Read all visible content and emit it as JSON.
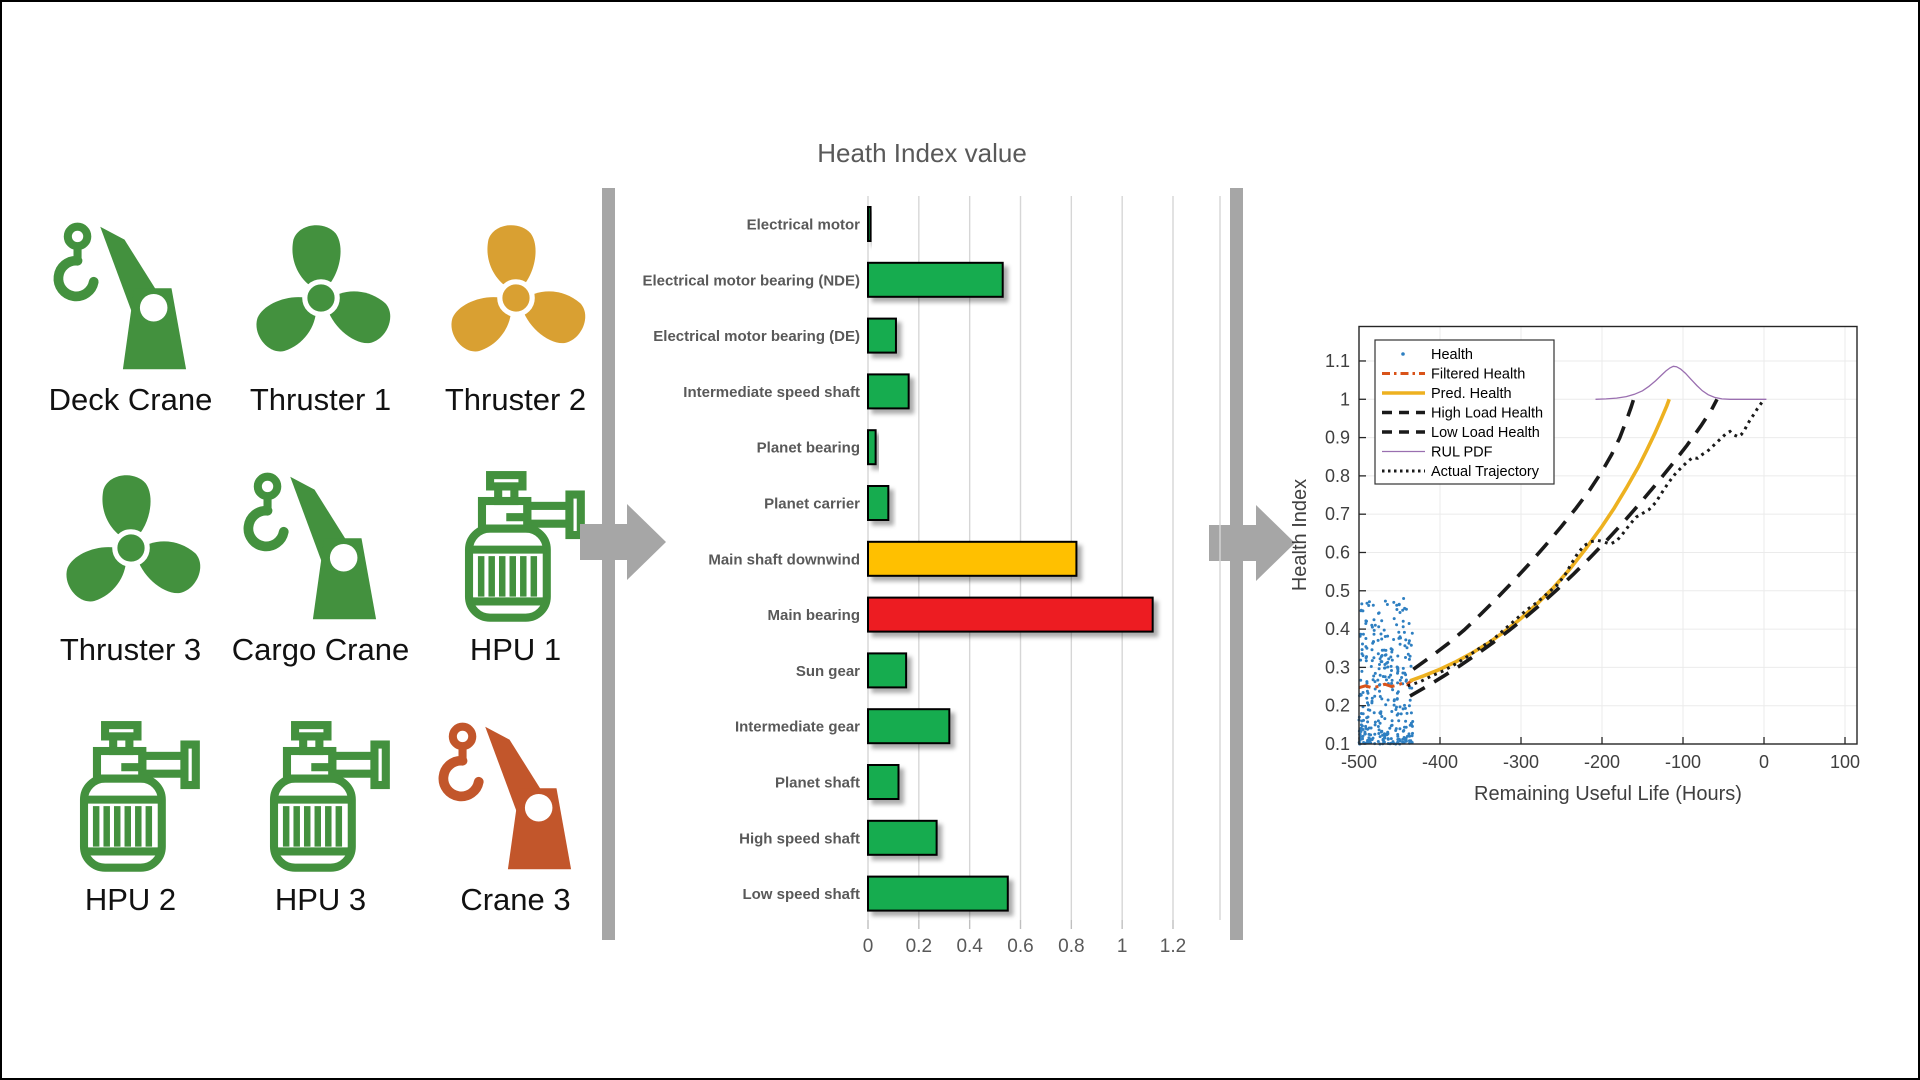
{
  "equipment": {
    "items": [
      {
        "label": "Deck Crane",
        "icon": "crane",
        "color": "#43913E"
      },
      {
        "label": "Thruster 1",
        "icon": "propeller",
        "color": "#43913E"
      },
      {
        "label": "Thruster 2",
        "icon": "propeller",
        "color": "#D9A032"
      },
      {
        "label": "Thruster 3",
        "icon": "propeller",
        "color": "#43913E"
      },
      {
        "label": "Cargo Crane",
        "icon": "crane",
        "color": "#43913E"
      },
      {
        "label": "HPU 1",
        "icon": "hpu",
        "color": "#43913E"
      },
      {
        "label": "HPU 2",
        "icon": "hpu",
        "color": "#43913E"
      },
      {
        "label": "HPU 3",
        "icon": "hpu",
        "color": "#43913E"
      },
      {
        "label": "Crane 3",
        "icon": "crane",
        "color": "#C2562B"
      }
    ]
  },
  "arrows": {
    "color": "#A6A6A6"
  },
  "chart_data": [
    {
      "type": "bar",
      "orientation": "horizontal",
      "title": "Heath Index value",
      "categories": [
        "Electrical motor",
        "Electrical motor bearing (NDE)",
        "Electrical motor bearing (DE)",
        "Intermediate speed shaft",
        "Planet bearing",
        "Planet carrier",
        "Main shaft downwind",
        "Main bearing",
        "Sun gear",
        "Intermediate gear",
        "Planet shaft",
        "High speed shaft",
        "Low speed shaft"
      ],
      "values": [
        0.01,
        0.53,
        0.11,
        0.16,
        0.03,
        0.08,
        0.82,
        1.12,
        0.15,
        0.32,
        0.12,
        0.27,
        0.55
      ],
      "bar_colors": [
        "#19AC4F",
        "#19AC4F",
        "#19AC4F",
        "#19AC4F",
        "#19AC4F",
        "#19AC4F",
        "#FFC000",
        "#ED1C24",
        "#19AC4F",
        "#19AC4F",
        "#19AC4F",
        "#19AC4F",
        "#19AC4F"
      ],
      "xlim": [
        0,
        1.2
      ],
      "x_ticks": [
        0,
        0.2,
        0.4,
        0.6,
        0.8,
        1,
        1.2
      ],
      "x_tick_labels": [
        "0",
        "0.2",
        "0.4",
        "0.6",
        "0.8",
        "1",
        "1.2"
      ],
      "grid": true,
      "label_color": "#595959",
      "tick_color": "#595959"
    },
    {
      "type": "line",
      "xlabel": "Remaining Useful Life (Hours)",
      "ylabel": "Health Index",
      "xlim": [
        -500,
        114.8
      ],
      "ylim": [
        0.1,
        1.19
      ],
      "x_ticks": [
        -500,
        -400,
        -300,
        -200,
        -100,
        0,
        100
      ],
      "x_tick_labels": [
        "-500",
        "-400",
        "-300",
        "-200",
        "-100",
        "0",
        "100"
      ],
      "y_ticks": [
        0.1,
        0.2,
        0.3,
        0.4,
        0.5,
        0.6,
        0.7,
        0.8,
        0.9,
        1,
        1.1
      ],
      "y_tick_labels": [
        "0.1",
        "0.2",
        "0.3",
        "0.4",
        "0.5",
        "0.6",
        "0.7",
        "0.8",
        "0.9",
        "1",
        "1.1"
      ],
      "grid": true,
      "legend_position": "top-left",
      "series": [
        {
          "name": "Health",
          "type": "scatter",
          "color": "#2E7FC1",
          "marker": "dot",
          "count": 340,
          "seed": 11,
          "x_range": [
            -500,
            -433
          ],
          "y_range": [
            0.1,
            0.52
          ],
          "streaks": 9
        },
        {
          "name": "Filtered Health",
          "type": "line",
          "style": "dashdot",
          "color": "#D95319",
          "width": 3,
          "points": [
            [
              -500,
              0.247
            ],
            [
              -492,
              0.252
            ],
            [
              -484,
              0.247
            ],
            [
              -476,
              0.25
            ],
            [
              -468,
              0.256
            ],
            [
              -460,
              0.25
            ],
            [
              -452,
              0.254
            ],
            [
              -446,
              0.259
            ],
            [
              -441,
              0.255
            ],
            [
              -437,
              0.262
            ],
            [
              -433,
              0.268
            ]
          ]
        },
        {
          "name": "Pred. Health",
          "type": "line",
          "style": "solid",
          "color": "#EDB120",
          "width": 3.6,
          "points": [
            [
              -437,
              0.265
            ],
            [
              -420,
              0.278
            ],
            [
              -400,
              0.295
            ],
            [
              -380,
              0.315
            ],
            [
              -360,
              0.338
            ],
            [
              -340,
              0.364
            ],
            [
              -320,
              0.394
            ],
            [
              -300,
              0.428
            ],
            [
              -280,
              0.466
            ],
            [
              -260,
              0.508
            ],
            [
              -240,
              0.556
            ],
            [
              -220,
              0.61
            ],
            [
              -200,
              0.668
            ],
            [
              -185,
              0.716
            ],
            [
              -170,
              0.768
            ],
            [
              -155,
              0.824
            ],
            [
              -145,
              0.866
            ],
            [
              -135,
              0.91
            ],
            [
              -127,
              0.948
            ],
            [
              -120,
              0.983
            ],
            [
              -117,
              1.0
            ]
          ]
        },
        {
          "name": "High Load Health",
          "type": "line",
          "style": "dashed",
          "color": "#1a1a1a",
          "width": 3.6,
          "points": [
            [
              -433,
              0.295
            ],
            [
              -410,
              0.33
            ],
            [
              -390,
              0.362
            ],
            [
              -370,
              0.398
            ],
            [
              -350,
              0.438
            ],
            [
              -330,
              0.48
            ],
            [
              -310,
              0.524
            ],
            [
              -290,
              0.57
            ],
            [
              -270,
              0.618
            ],
            [
              -250,
              0.668
            ],
            [
              -232,
              0.716
            ],
            [
              -215,
              0.764
            ],
            [
              -200,
              0.812
            ],
            [
              -188,
              0.856
            ],
            [
              -178,
              0.9
            ],
            [
              -170,
              0.944
            ],
            [
              -164,
              0.98
            ],
            [
              -161,
              1.0
            ]
          ]
        },
        {
          "name": "Low Load Health",
          "type": "line",
          "style": "dashed",
          "color": "#1a1a1a",
          "width": 3.6,
          "points": [
            [
              -437,
              0.225
            ],
            [
              -415,
              0.252
            ],
            [
              -395,
              0.278
            ],
            [
              -375,
              0.305
            ],
            [
              -355,
              0.334
            ],
            [
              -335,
              0.364
            ],
            [
              -315,
              0.396
            ],
            [
              -295,
              0.43
            ],
            [
              -275,
              0.466
            ],
            [
              -255,
              0.504
            ],
            [
              -235,
              0.544
            ],
            [
              -215,
              0.586
            ],
            [
              -195,
              0.63
            ],
            [
              -175,
              0.676
            ],
            [
              -155,
              0.724
            ],
            [
              -135,
              0.774
            ],
            [
              -115,
              0.826
            ],
            [
              -95,
              0.88
            ],
            [
              -78,
              0.93
            ],
            [
              -65,
              0.972
            ],
            [
              -58,
              1.0
            ]
          ]
        },
        {
          "name": "RUL PDF",
          "type": "line",
          "style": "solid",
          "color": "#9A6FB0",
          "width": 1.3,
          "points": [
            [
              -208,
              1.0
            ],
            [
              -195,
              1.001
            ],
            [
              -182,
              1.003
            ],
            [
              -170,
              1.007
            ],
            [
              -160,
              1.013
            ],
            [
              -150,
              1.022
            ],
            [
              -142,
              1.034
            ],
            [
              -134,
              1.048
            ],
            [
              -127,
              1.062
            ],
            [
              -121,
              1.074
            ],
            [
              -116,
              1.082
            ],
            [
              -112,
              1.086
            ],
            [
              -108,
              1.085
            ],
            [
              -103,
              1.079
            ],
            [
              -97,
              1.068
            ],
            [
              -90,
              1.052
            ],
            [
              -83,
              1.036
            ],
            [
              -76,
              1.022
            ],
            [
              -69,
              1.012
            ],
            [
              -61,
              1.005
            ],
            [
              -52,
              1.001
            ],
            [
              -42,
              1.0
            ],
            [
              -20,
              1.0
            ],
            [
              3,
              1.0
            ]
          ]
        },
        {
          "name": "Actual Trajectory",
          "type": "line",
          "style": "dotted",
          "color": "#1a1a1a",
          "width": 3,
          "points": [
            [
              -440,
              0.252
            ],
            [
              -425,
              0.262
            ],
            [
              -410,
              0.278
            ],
            [
              -395,
              0.292
            ],
            [
              -380,
              0.31
            ],
            [
              -365,
              0.33
            ],
            [
              -350,
              0.352
            ],
            [
              -335,
              0.372
            ],
            [
              -320,
              0.4
            ],
            [
              -305,
              0.428
            ],
            [
              -292,
              0.452
            ],
            [
              -280,
              0.47
            ],
            [
              -268,
              0.492
            ],
            [
              -256,
              0.514
            ],
            [
              -246,
              0.54
            ],
            [
              -238,
              0.57
            ],
            [
              -230,
              0.598
            ],
            [
              -222,
              0.618
            ],
            [
              -214,
              0.628
            ],
            [
              -206,
              0.632
            ],
            [
              -198,
              0.628
            ],
            [
              -190,
              0.622
            ],
            [
              -182,
              0.63
            ],
            [
              -174,
              0.65
            ],
            [
              -166,
              0.672
            ],
            [
              -158,
              0.692
            ],
            [
              -150,
              0.702
            ],
            [
              -142,
              0.712
            ],
            [
              -134,
              0.73
            ],
            [
              -126,
              0.756
            ],
            [
              -118,
              0.782
            ],
            [
              -110,
              0.804
            ],
            [
              -102,
              0.822
            ],
            [
              -94,
              0.838
            ],
            [
              -88,
              0.848
            ],
            [
              -82,
              0.846
            ],
            [
              -76,
              0.856
            ],
            [
              -70,
              0.864
            ],
            [
              -64,
              0.876
            ],
            [
              -58,
              0.888
            ],
            [
              -52,
              0.9
            ],
            [
              -46,
              0.912
            ],
            [
              -42,
              0.916
            ],
            [
              -38,
              0.908
            ],
            [
              -32,
              0.902
            ],
            [
              -28,
              0.908
            ],
            [
              -24,
              0.92
            ],
            [
              -20,
              0.936
            ],
            [
              -16,
              0.95
            ],
            [
              -12,
              0.962
            ],
            [
              -8,
              0.976
            ],
            [
              -4,
              0.988
            ],
            [
              0,
              1.0
            ]
          ]
        }
      ]
    }
  ]
}
